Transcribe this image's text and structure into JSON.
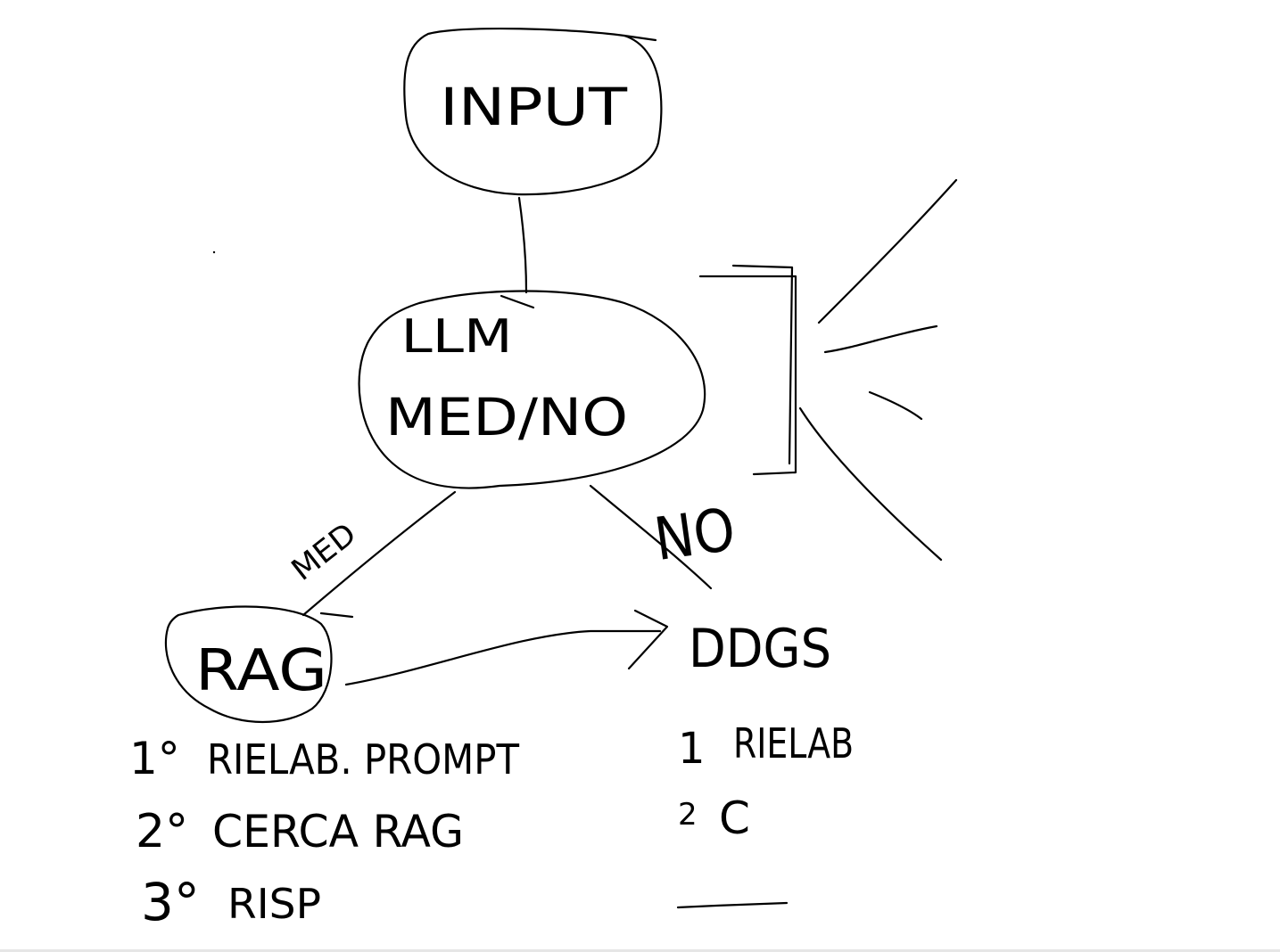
{
  "nodes": {
    "input": "INPUT",
    "llm_title": "LLM",
    "llm_sub": "MED/NO",
    "rag": "RAG",
    "ddgs": "DDGS"
  },
  "edges": {
    "med_label": "MED",
    "no_label": "NO"
  },
  "rag_steps": [
    {
      "num": "1°",
      "text": "RIELAB. PROMPT"
    },
    {
      "num": "2°",
      "text": "CERCA RAG"
    },
    {
      "num": "3°",
      "text": "RISP"
    }
  ],
  "ddgs_steps": [
    {
      "num": "1",
      "text": "RIELAB"
    },
    {
      "num": "2",
      "text": "C"
    }
  ]
}
